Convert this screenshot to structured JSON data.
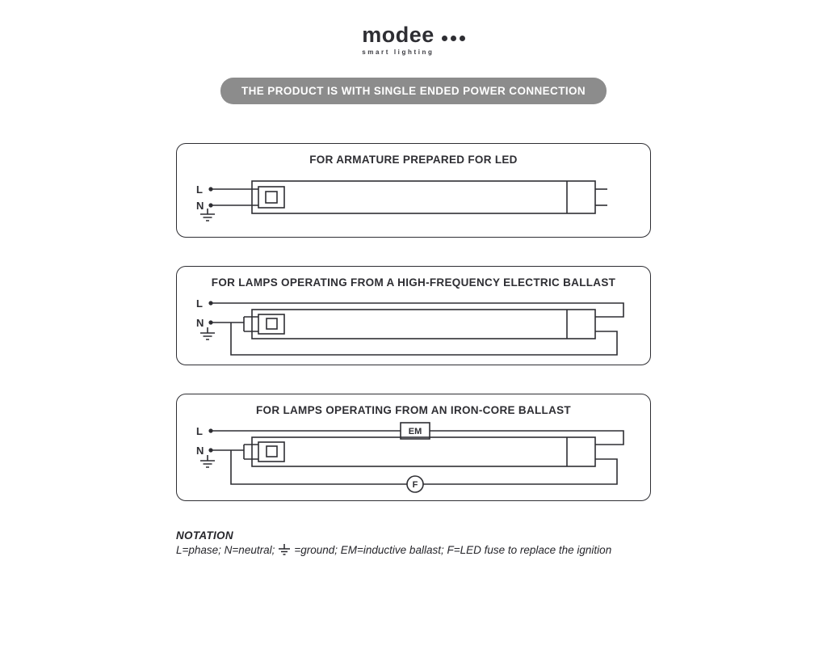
{
  "logo": {
    "brand": "modee",
    "tagline": "smart lighting"
  },
  "banner": {
    "text": "THE PRODUCT IS WITH SINGLE ENDED POWER CONNECTION"
  },
  "diagrams": [
    {
      "title": "FOR ARMATURE PREPARED FOR LED",
      "labels": {
        "phase": "L",
        "neutral": "N"
      }
    },
    {
      "title": "FOR LAMPS OPERATING FROM A HIGH-FREQUENCY ELECTRIC BALLAST",
      "labels": {
        "phase": "L",
        "neutral": "N"
      }
    },
    {
      "title": "FOR LAMPS OPERATING FROM AN IRON-CORE BALLAST",
      "labels": {
        "phase": "L",
        "neutral": "N",
        "inductive_ballast": "EM",
        "led_fuse": "F"
      }
    }
  ],
  "notation": {
    "heading": "NOTATION",
    "before_ground_symbol": "L=phase; N=neutral;",
    "after_ground_symbol": "=ground; EM=inductive ballast; F=LED fuse to replace the ignition"
  },
  "colors": {
    "ink": "#2e2e33",
    "banner_bg": "#8c8c8c",
    "banner_text": "#ffffff"
  }
}
